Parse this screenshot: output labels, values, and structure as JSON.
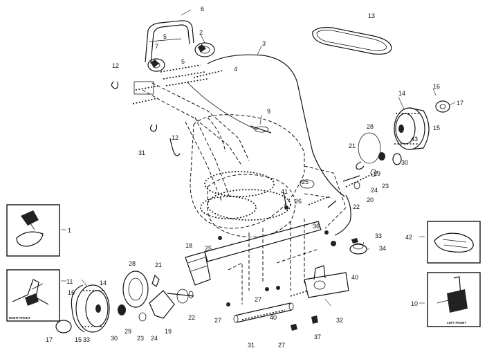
{
  "callouts": [
    {
      "id": "c1",
      "text": "1"
    },
    {
      "id": "c2",
      "text": "2"
    },
    {
      "id": "c3",
      "text": "3"
    },
    {
      "id": "c4",
      "text": "4"
    },
    {
      "id": "c5a",
      "text": "5"
    },
    {
      "id": "c5b",
      "text": "5"
    },
    {
      "id": "c6",
      "text": "6"
    },
    {
      "id": "c7",
      "text": "7"
    },
    {
      "id": "c9",
      "text": "9"
    },
    {
      "id": "c10",
      "text": "10"
    },
    {
      "id": "c11",
      "text": "11"
    },
    {
      "id": "c12a",
      "text": "12"
    },
    {
      "id": "c12b",
      "text": "12"
    },
    {
      "id": "c13",
      "text": "13"
    },
    {
      "id": "c14a",
      "text": "14"
    },
    {
      "id": "c14b",
      "text": "14"
    },
    {
      "id": "c15a",
      "text": "15"
    },
    {
      "id": "c15b",
      "text": "15"
    },
    {
      "id": "c16a",
      "text": "16"
    },
    {
      "id": "c16b",
      "text": "16"
    },
    {
      "id": "c17a",
      "text": "17"
    },
    {
      "id": "c17b",
      "text": "17"
    },
    {
      "id": "c18",
      "text": "18"
    },
    {
      "id": "c19",
      "text": "19"
    },
    {
      "id": "c20",
      "text": "20"
    },
    {
      "id": "c21a",
      "text": "21"
    },
    {
      "id": "c21b",
      "text": "21"
    },
    {
      "id": "c22a",
      "text": "22"
    },
    {
      "id": "c22b",
      "text": "22"
    },
    {
      "id": "c23a",
      "text": "23"
    },
    {
      "id": "c23b",
      "text": "23"
    },
    {
      "id": "c24a",
      "text": "24"
    },
    {
      "id": "c24b",
      "text": "24"
    },
    {
      "id": "c25a",
      "text": "25"
    },
    {
      "id": "c25b",
      "text": "25"
    },
    {
      "id": "c26",
      "text": "26"
    },
    {
      "id": "c27a",
      "text": "27"
    },
    {
      "id": "c27b",
      "text": "27"
    },
    {
      "id": "c27c",
      "text": "27"
    },
    {
      "id": "c28a",
      "text": "28"
    },
    {
      "id": "c28b",
      "text": "28"
    },
    {
      "id": "c29a",
      "text": "29"
    },
    {
      "id": "c29b",
      "text": "29"
    },
    {
      "id": "c30a",
      "text": "30"
    },
    {
      "id": "c30b",
      "text": "30"
    },
    {
      "id": "c31a",
      "text": "31"
    },
    {
      "id": "c31b",
      "text": "31"
    },
    {
      "id": "c32",
      "text": "32"
    },
    {
      "id": "c33a",
      "text": "33"
    },
    {
      "id": "c33b",
      "text": "33"
    },
    {
      "id": "c34",
      "text": "34"
    },
    {
      "id": "c36",
      "text": "36"
    },
    {
      "id": "c37",
      "text": "37"
    },
    {
      "id": "c40a",
      "text": "40"
    },
    {
      "id": "c40b",
      "text": "40"
    },
    {
      "id": "c41",
      "text": "41"
    },
    {
      "id": "c42",
      "text": "42"
    },
    {
      "id": "c43",
      "text": "43"
    }
  ],
  "inset_captions": {
    "right_front": "RIGHT FRONT",
    "left_front": "LEFT FRONT"
  }
}
